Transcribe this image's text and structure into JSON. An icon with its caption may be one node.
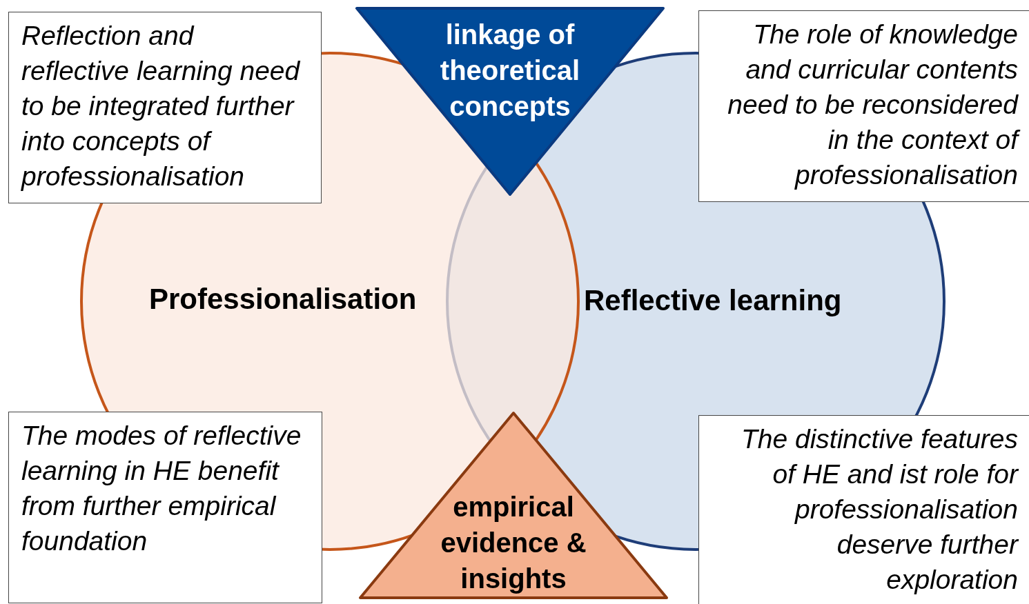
{
  "diagram": {
    "nodes": [
      {
        "text": [
          "Professionalisation"
        ]
      },
      {
        "text": [
          "Reflective learning"
        ]
      },
      {
        "text": [
          "linkage of theoretical concepts"
        ]
      },
      {
        "text": [
          "empirical evidence & insights"
        ]
      },
      {
        "text": [
          "Reflection and reflective learning need to be integrated further into concepts of professionalisation"
        ]
      },
      {
        "text": [
          "The role of knowledge and curricular contents need to be reconsidered in the context of professionalisation"
        ]
      },
      {
        "text": [
          "The modes of reflective learning in HE benefit from further empirical foundation"
        ]
      },
      {
        "text": [
          "The distinctive features of HE and ist role for professionalisation deserve further exploration"
        ]
      }
    ],
    "edges": []
  }
}
